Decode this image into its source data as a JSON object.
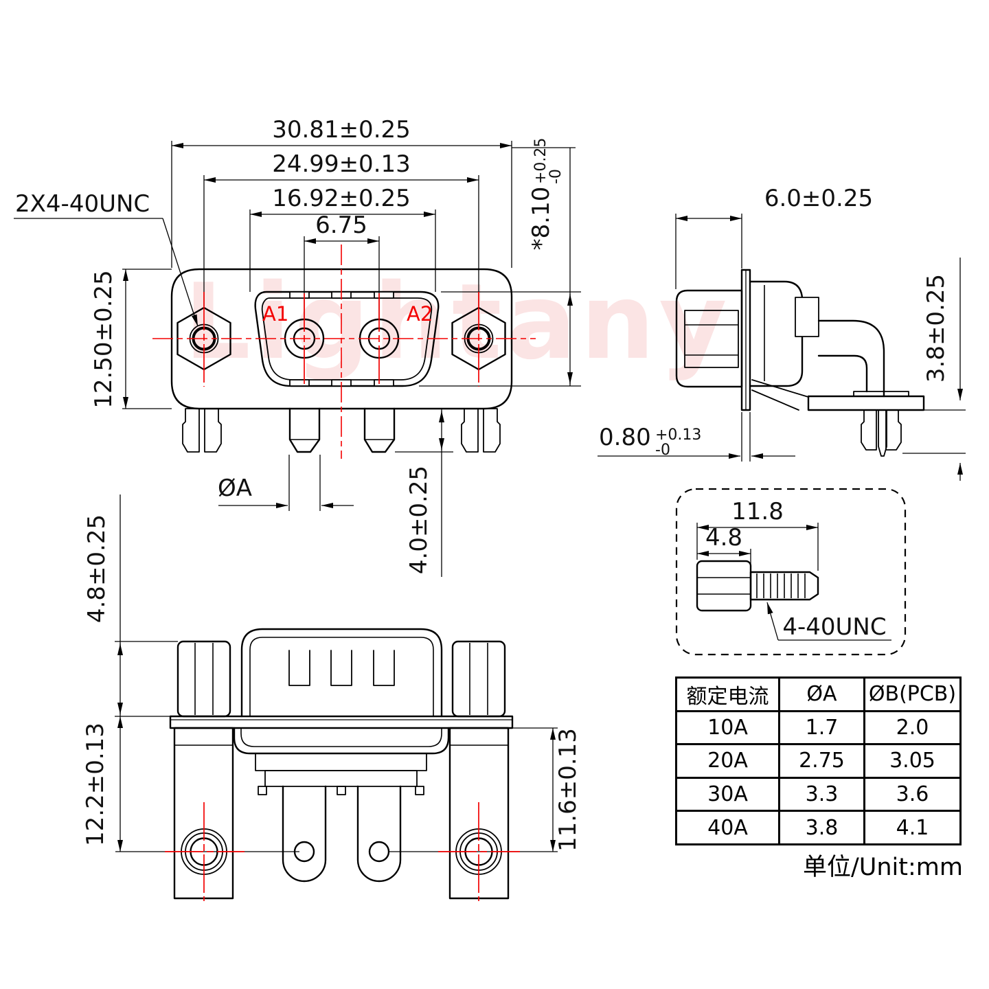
{
  "watermark": "Lightany",
  "unit_note": "单位/Unit:mm",
  "front": {
    "dim_w1": "30.81±0.25",
    "dim_w2": "24.99±0.13",
    "dim_w3": "16.92±0.25",
    "dim_w4": "6.75",
    "dim_h": "12.50±0.25",
    "thread": "2X4-40UNC",
    "dim_sh": "*8.10",
    "dim_sh_tp": "+0.25",
    "dim_sh_tm": "-0",
    "pin_dia": "ØA",
    "pin_tip": "4.0±0.25",
    "a1": "A1",
    "a2": "A2"
  },
  "side": {
    "dim_depth": "6.0±0.25",
    "dim_pin_h": "3.8±0.25",
    "dim_fl": "0.80",
    "dim_fl_tp": "+0.13",
    "dim_fl_tm": "-0"
  },
  "bottom": {
    "dim_nut": "4.8±0.25",
    "dim_screw": "12.2±0.13",
    "dim_pin": "11.6±0.13"
  },
  "screw": {
    "len": "11.8",
    "head": "4.8",
    "thread": "4-40UNC"
  },
  "table": {
    "headers": [
      "额定电流",
      "ØA",
      "ØB(PCB)"
    ],
    "rows": [
      [
        "10A",
        "1.7",
        "2.0"
      ],
      [
        "20A",
        "2.75",
        "3.05"
      ],
      [
        "30A",
        "3.3",
        "3.6"
      ],
      [
        "40A",
        "3.8",
        "4.1"
      ]
    ]
  }
}
